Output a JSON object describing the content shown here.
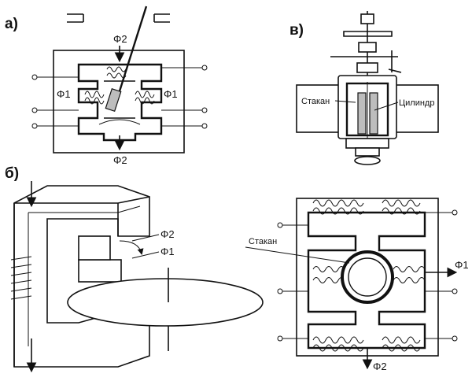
{
  "panels": {
    "a": {
      "label": "а)",
      "flux_top": "Φ2",
      "flux_bottom": "Φ2",
      "flux_left": "Φ1",
      "flux_right": "Φ1"
    },
    "b": {
      "label": "б)",
      "flux_2": "Φ2",
      "flux_1": "Φ1"
    },
    "v": {
      "label": "в)",
      "left_callout": "Стакан",
      "right_callout": "Цилиндр"
    },
    "d": {
      "callout": "Стакан",
      "flux_right": "Φ1",
      "flux_bottom": "Φ2"
    }
  }
}
